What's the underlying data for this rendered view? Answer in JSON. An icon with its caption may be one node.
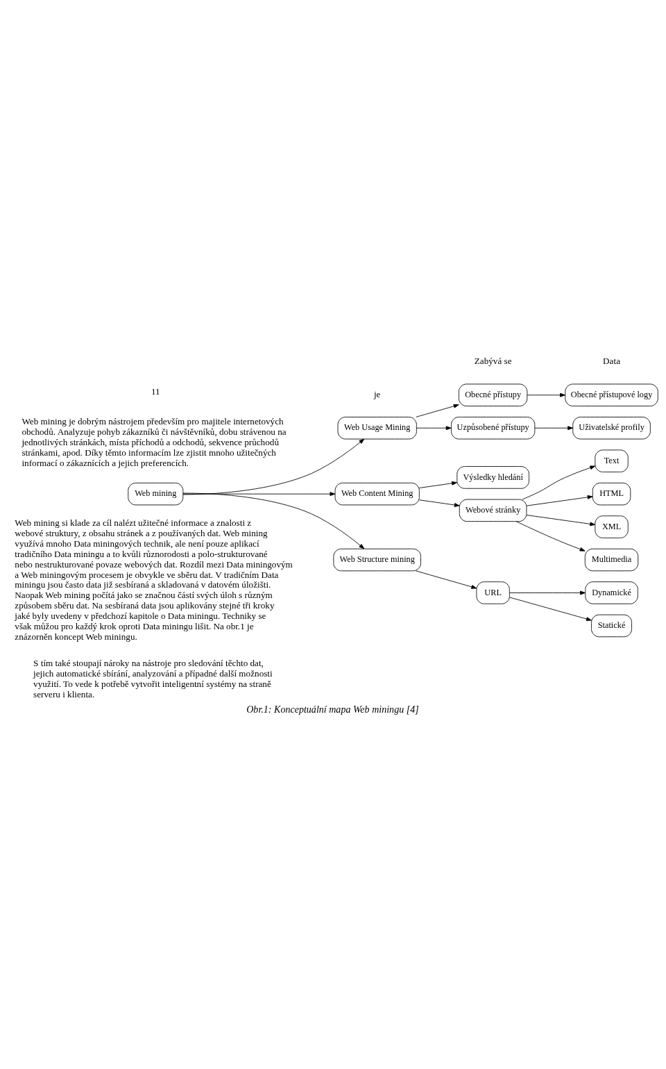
{
  "diagram": {
    "caption": "Obr.1: Konceptuální mapa Web miningu [4]",
    "nodes": [
      {
        "text": [
          "Web mining"
        ]
      },
      {
        "text": [
          "Web Usage Mining"
        ]
      },
      {
        "text": [
          "Web Content Mining"
        ]
      },
      {
        "text": [
          "Web Structure mining"
        ]
      },
      {
        "text": [
          "Obecné přístupy"
        ]
      },
      {
        "text": [
          "Uzpůsobené přístupy"
        ]
      },
      {
        "text": [
          "Výsledky hledání"
        ]
      },
      {
        "text": [
          "Webové stránky"
        ]
      },
      {
        "text": [
          "URL"
        ]
      },
      {
        "text": [
          "Obecné přístupové logy"
        ]
      },
      {
        "text": [
          "Uživatelské profily"
        ]
      },
      {
        "text": [
          "Text"
        ]
      },
      {
        "text": [
          "HTML"
        ]
      },
      {
        "text": [
          "XML"
        ]
      },
      {
        "text": [
          "Multimedia"
        ]
      },
      {
        "text": [
          "Dynamické"
        ]
      },
      {
        "text": [
          "Statické"
        ]
      }
    ],
    "edges": [
      {
        "from": 0,
        "to": 1,
        "arrow": "to"
      },
      {
        "from": 0,
        "to": 2,
        "arrow": "to"
      },
      {
        "from": 0,
        "to": 3,
        "arrow": "to"
      },
      {
        "from": 1,
        "to": 4,
        "arrow": "to"
      },
      {
        "from": 1,
        "to": 5,
        "arrow": "to"
      },
      {
        "from": 2,
        "to": 6,
        "arrow": "to"
      },
      {
        "from": 2,
        "to": 7,
        "arrow": "to"
      },
      {
        "from": 3,
        "to": 8,
        "arrow": "to"
      },
      {
        "from": 4,
        "to": 9,
        "arrow": "to"
      },
      {
        "from": 5,
        "to": 10,
        "arrow": "to"
      },
      {
        "from": 7,
        "to": 11,
        "arrow": "to"
      },
      {
        "from": 7,
        "to": 12,
        "arrow": "to"
      },
      {
        "from": 7,
        "to": 13,
        "arrow": "to"
      },
      {
        "from": 7,
        "to": 14,
        "arrow": "to"
      },
      {
        "from": 8,
        "to": 15,
        "arrow": "to"
      },
      {
        "from": 8,
        "to": 16,
        "arrow": "to"
      }
    ],
    "labels": [
      "S tím také stoupají nároky na nástroje pro sledování těchto dat, jejich automatické sbírání, analyzování a případné další možnosti využití. To vede k potřebě vytvořit inteligentní systémy na straně serveru i klienta.",
      "Web mining si klade za cíl nalézt užitečné informace a znalosti z webové struktury, z obsahu stránek a z používaných dat. Web mining využívá mnoho Data miningových technik, ale není pouze aplikací tradičního Data miningu a to kvůli různorodosti a polo-strukturované nebo nestrukturované povaze webových dat. Rozdíl mezi Data miningovým a Web miningovým procesem je obvykle ve sběru dat. V tradičním Data miningu jsou často data již sesbíraná a skladovaná v datovém úložišti. Naopak Web mining počítá jako se značnou částí svých úloh s různým způsobem sběru dat. Na sesbíraná data jsou aplikovány stejné tři kroky jaké byly uvedeny v předchozí kapitole o Data miningu. Techniky se však můžou pro každý krok oproti Data miningu lišit. Na obr.1 je znázorněn koncept Web miningu.",
      "je",
      "Zabývá se",
      "Data",
      "Web mining je dobrým nástrojem především pro majitele internetových obchodů. Analyzuje pohyb zákazníků či návštěvníků, dobu strávenou na jednotlivých stránkách, místa příchodů a odchodů, sekvence průchodů stránkami, apod. Díky těmto informacím lze zjistit mnoho užitečných informací o zákaznících a jejich preferencích.",
      "11"
    ]
  }
}
